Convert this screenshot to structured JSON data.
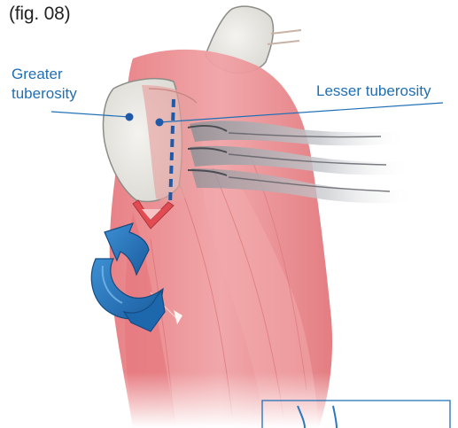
{
  "figure": {
    "label": "(fig. 08)"
  },
  "callouts": {
    "greater": {
      "line1": "Greater",
      "line2": "tuberosity"
    },
    "lesser": {
      "text": "Lesser tuberosity"
    }
  },
  "colors": {
    "label_blue": "#1f6fb5",
    "muscle": "#e8868a",
    "bone": "#e9e7e2",
    "dashed_line": "#1f5aa8",
    "arrow": "#1f6fb5"
  },
  "icons": {
    "rotation_arrow": "curved-rotation-arrow-icon"
  }
}
